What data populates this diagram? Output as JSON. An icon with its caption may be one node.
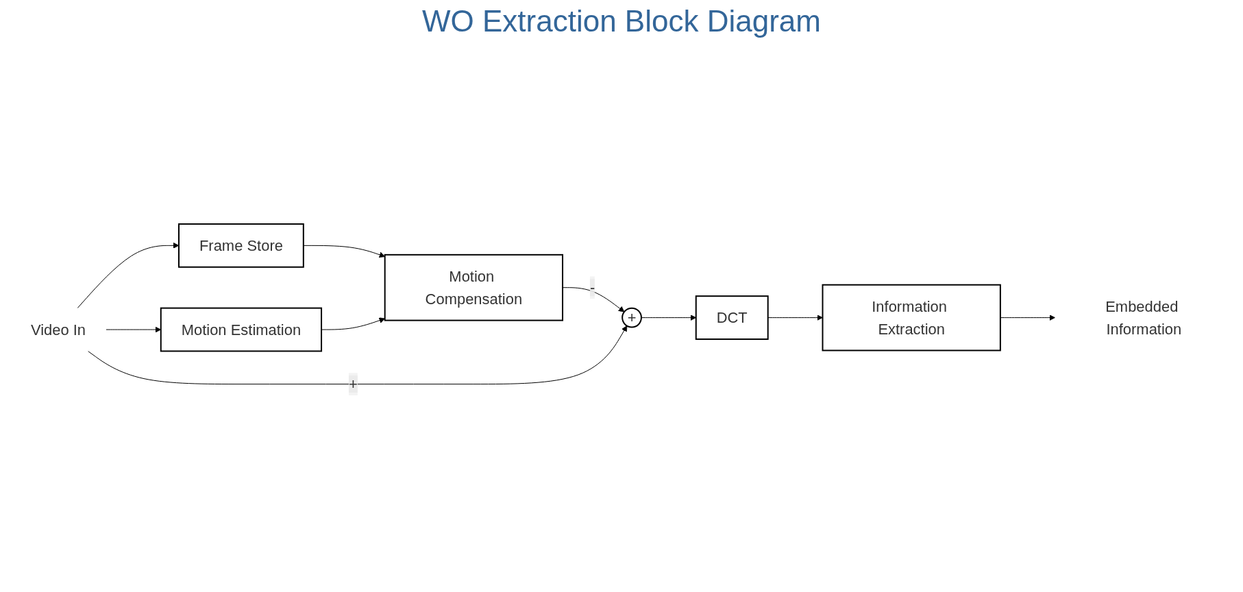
{
  "diagram": {
    "title": "WO Extraction Block Diagram",
    "nodes": [
      {
        "text": [
          "Video In"
        ]
      },
      {
        "text": [
          "Frame Store"
        ]
      },
      {
        "text": [
          "Motion Estimation"
        ]
      },
      {
        "text": [
          "Motion Compensation"
        ]
      },
      {
        "text": [
          "+"
        ]
      },
      {
        "text": [
          "DCT"
        ]
      },
      {
        "text": [
          "Information Extraction"
        ]
      },
      {
        "text": [
          "Embedded Information"
        ]
      }
    ],
    "edges": [
      {
        "from": 0,
        "to": 1,
        "arrow": "to"
      },
      {
        "from": 0,
        "to": 2,
        "arrow": "to"
      },
      {
        "from": 1,
        "to": 3,
        "arrow": "to"
      },
      {
        "from": 2,
        "to": 3,
        "arrow": "to"
      },
      {
        "from": 3,
        "to": 4,
        "arrow": "to",
        "label": "-"
      },
      {
        "from": 0,
        "to": 4,
        "arrow": "to",
        "label": "+"
      },
      {
        "from": 4,
        "to": 5,
        "arrow": "to"
      },
      {
        "from": 5,
        "to": 6,
        "arrow": "to"
      },
      {
        "from": 6,
        "to": 7,
        "arrow": "to"
      }
    ]
  }
}
